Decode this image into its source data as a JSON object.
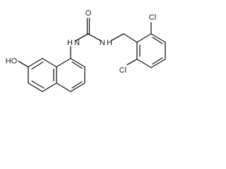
{
  "molecule": {
    "atom_labels": {
      "carbonyl_oxygen": "O",
      "nh_left": "N",
      "nh_left_h": "H",
      "nh_right": "N",
      "nh_right_h": "H",
      "cl_top": "Cl",
      "cl_bottom": "Cl",
      "hydroxyl": "HO"
    }
  }
}
